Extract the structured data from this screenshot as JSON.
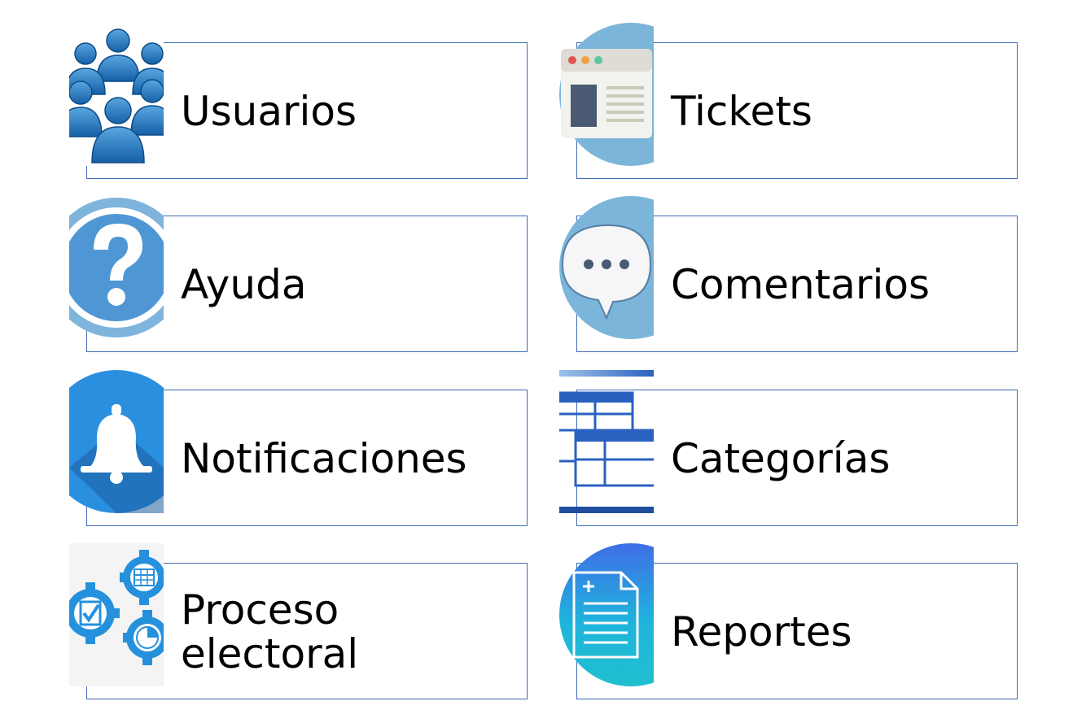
{
  "tiles": {
    "users": {
      "label": "Usuarios",
      "icon": "users-group-icon"
    },
    "tickets": {
      "label": "Tickets",
      "icon": "browser-window-icon"
    },
    "help": {
      "label": "Ayuda",
      "icon": "question-mark-icon"
    },
    "comments": {
      "label": "Comentarios",
      "icon": "speech-bubble-icon"
    },
    "notifications": {
      "label": "Notificaciones",
      "icon": "bell-icon"
    },
    "categories": {
      "label": "Categorías",
      "icon": "table-grid-icon"
    },
    "electoral": {
      "label": "Proceso\nelectoral",
      "icon": "gears-process-icon"
    },
    "reports": {
      "label": "Reportes",
      "icon": "document-icon"
    }
  },
  "colors": {
    "border": "#3f6bb5",
    "primary_blue": "#1e7fc6",
    "light_blue": "#7bb5d9"
  }
}
